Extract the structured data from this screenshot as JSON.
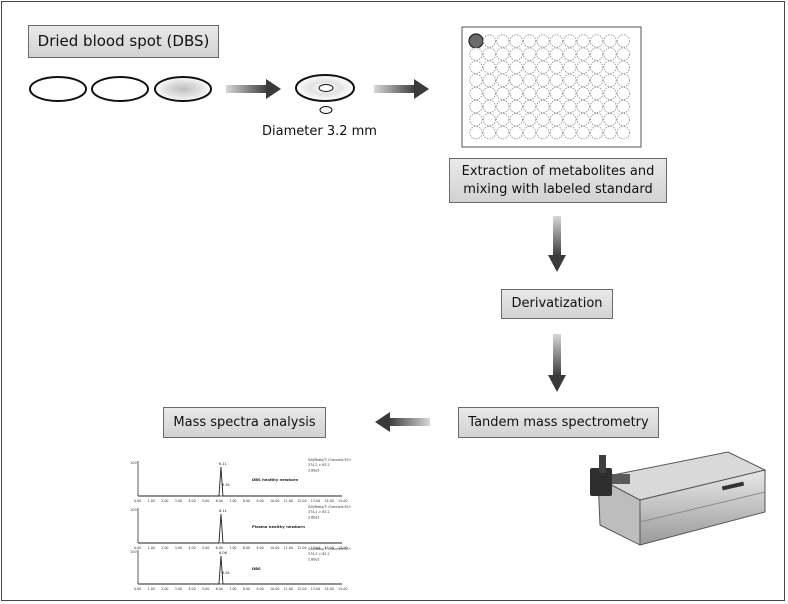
{
  "labels": {
    "dbs_title": "Dried blood spot (DBS)",
    "diameter": "Diameter 3.2 mm",
    "extraction_line1": "Extraction of metabolites and",
    "extraction_line2": "mixing with labeled standard",
    "derivatization": "Derivatization",
    "tandem_ms": "Tandem mass spectrometry",
    "mass_spectra": "Mass spectra analysis"
  },
  "spectra_panels": [
    {
      "title": "DBS healthy newborn",
      "peak_label": "6.11",
      "peak2_label": "6.16"
    },
    {
      "title": "Plasma healthy newborn",
      "peak_label": "6.11",
      "peak2_label": ""
    },
    {
      "title": "DBS",
      "peak_label": "6.06",
      "peak2_label": "6.04"
    }
  ],
  "spectra_header_lines": [
    "S/N/Ratio/T: Channels ES+",
    "374.2 > 85.2",
    "2.60e5"
  ],
  "spectra_x_ticks": [
    "0.00",
    "1.00",
    "2.00",
    "3.00",
    "4.00",
    "5.00",
    "6.00",
    "7.00",
    "8.00",
    "9.00",
    "10.00",
    "11.00",
    "12.00",
    "13.00",
    "14.00",
    "15.00"
  ],
  "plate": {
    "rows": 8,
    "cols": 12,
    "highlighted_well": "A1"
  },
  "colors": {
    "box_fill_top": "#e9e9e9",
    "box_fill_bottom": "#d2d2d2",
    "arrow": "#4a4a4a",
    "well_highlight": "#6b6b6b"
  }
}
